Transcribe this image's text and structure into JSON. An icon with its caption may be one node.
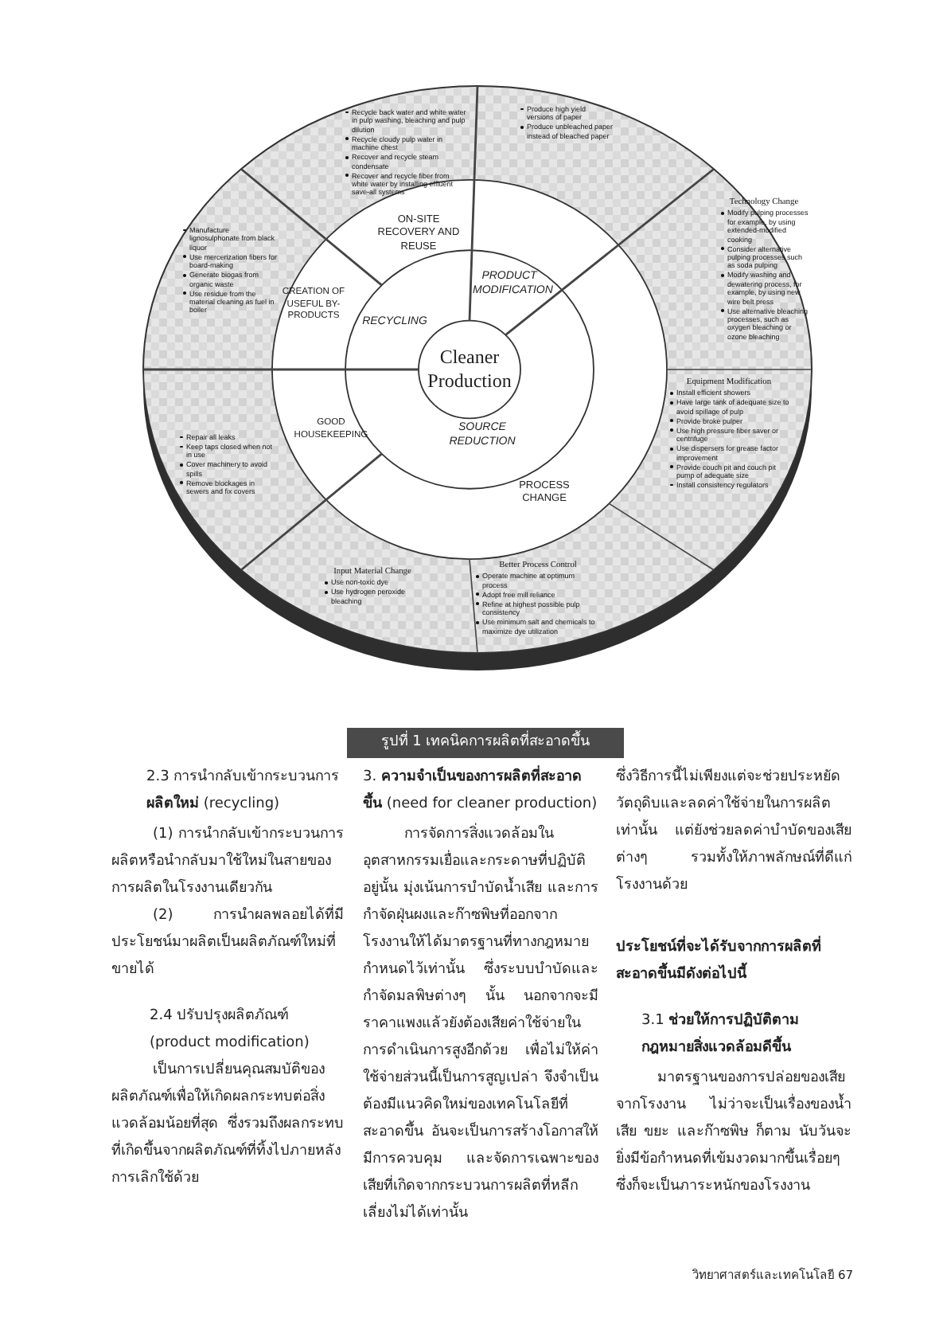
{
  "diagram": {
    "caption": "รูปที่ 1 เทคนิคการผลิตที่สะอาดขึ้น",
    "nodes": [
      {
        "text": [
          "Recycle back water and white water in pulp washing, bleaching and pulp dilution",
          "Recycle cloudy pulp water in machine chest",
          "Recover and recycle steam condensate",
          "Recover and recycle fiber from white water by installing effluent save-all systems"
        ]
      },
      {
        "text": [
          "Produce high yield versions of paper",
          "Produce unbleached paper instead of bleached paper"
        ]
      },
      {
        "text": [
          "Technology Change",
          "Modify pulping processes for example, by using extended-modified cooking",
          "Consider alternative pulping processes such as soda pulping",
          "Modify washing and dewatering process, for example, by using new wire belt press",
          "Use alternative bleaching processes, such as oxygen bleaching or ozone bleaching"
        ]
      },
      {
        "text": [
          "Equipment Modification",
          "Install efficient showers",
          "Have large tank of adequate size to avoid spillage of pulp",
          "Provide broke pulper",
          "Use high pressure fiber saver or centrifuge",
          "Use dispersers for grease factor improvement",
          "Provide couch pit and couch pit pump of adequate size",
          "Install consistency regulators"
        ]
      },
      {
        "text": [
          "Better Process Control",
          "Operate machine at optimum process",
          "Adopt free mill reliance",
          "Refine at highest possible pulp consistency",
          "Use minimum salt and chemicals to maximize dye utilization"
        ]
      },
      {
        "text": [
          "Input Material Change",
          "Use non-toxic dye",
          "Use hydrogen peroxide bleaching"
        ]
      },
      {
        "text": [
          "Repair all leaks",
          "Keep taps closed when not in use",
          "Cover machinery to avoid spills",
          "Remove blockages in sewers and fix covers"
        ]
      },
      {
        "text": [
          "Manufacture lignosulphonate from black liquor",
          "Use mercerization fibers for board-making",
          "Generate biogas from organic waste",
          "Use residue from the material cleaning as fuel in boiler"
        ]
      },
      {
        "text": [
          "ON-SITE RECOVERY AND REUSE"
        ]
      },
      {
        "text": [
          "CREATION OF USEFUL BY-PRODUCTS"
        ]
      },
      {
        "text": [
          "GOOD HOUSEKEEPING"
        ]
      },
      {
        "text": [
          "PROCESS CHANGE"
        ]
      },
      {
        "text": [
          "RECYCLING"
        ]
      },
      {
        "text": [
          "PRODUCT MODIFICATION"
        ]
      },
      {
        "text": [
          "SOURCE REDUCTION"
        ]
      },
      {
        "text": [
          "Cleaner Production"
        ]
      }
    ],
    "labels": [
      "2.3 การนำกลับเข้ากระบวนการ**ผลิตใหม่** (recycling)",
      "(1) การนำกลับเข้ากระบวนการผลิตหรือนำกลับมาใช้ใหม่ในสายของการผลิตในโรงงานเดียวกัน",
      "(2) การนำผลพลอยได้ที่มีประโยชน์มาผลิตเป็นผลิตภัณฑ์ใหม่ที่ขายได้",
      "2.4 ปรับปรุงผลิตภัณฑ์ (product modification)",
      "เป็นการเปลี่ยนคุณสมบัติของผลิตภัณฑ์เพื่อให้เกิดผลกระทบต่อสิ่งแวดล้อมน้อยที่สุด ซึ่งรวมถึงผลกระทบที่เกิดขึ้นจากผลิตภัณฑ์ที่ทิ้งไปภายหลังการเลิกใช้ด้วย",
      "3. **ความจำเป็นของการผลิตที่สะอาดขึ้น** (need for cleaner production)",
      "การจัดการสิ่งแวดล้อมในอุตสาหกรรมเยื่อและกระดาษที่ปฏิบัติอยู่นั้น มุ่งเน้นการบำบัดน้ำเสีย และการกำจัดฝุ่นผงและก๊าซพิษที่ออกจากโรงงานให้ได้มาตรฐานที่ทางกฎหมายกำหนดไว้เท่านั้น ซึ่งระบบบำบัดและกำจัดมลพิษต่างๆ นั้น นอกจากจะมีราคาแพงแล้วยังต้องเสียค่าใช้จ่ายในการดำเนินการสูงอีกด้วย เพื่อไม่ให้ค่าใช้จ่ายส่วนนี้เป็นการสูญเปล่า จึงจำเป็นต้องมีแนวคิดใหม่ของเทคโนโลยีที่สะอาดขึ้น อันจะเป็นการสร้างโอกาสให้มีการควบคุม และจัดการเฉพาะของเสียที่เกิดจากกระบวนการผลิตที่หลีกเลี่ยงไม่ได้เท่านั้น",
      "ซึ่งวิธีการนี้ไม่เพียงแต่จะช่วยประหยัดวัตถุดิบและลดค่าใช้จ่ายในการผลิตเท่านั้น แต่ยังช่วยลดค่าบำบัดของเสียต่างๆ รวมทั้งให้ภาพลักษณ์ที่ดีแก่โรงงานด้วย",
      "ประโยชน์ที่จะได้รับจากการผลิตที่สะอาดขึ้นมีดังต่อไปนี้",
      "3.1 **ช่วยให้การปฏิบัติตามกฎหมายสิ่งแวดล้อมดีขึ้น**",
      "มาตรฐานของการปล่อยของเสียจากโรงงาน ไม่ว่าจะเป็นเรื่องของน้ำเสีย ขยะ และก๊าซพิษ ก็ตาม นับวันจะยิ่งมีข้อกำหนดที่เข้มงวดมากขึ้นเรื่อยๆ ซึ่งก็จะเป็นภาระหนักของโรงงาน",
      "วิทยาศาสตร์และเทคโนโลยี 67"
    ]
  }
}
